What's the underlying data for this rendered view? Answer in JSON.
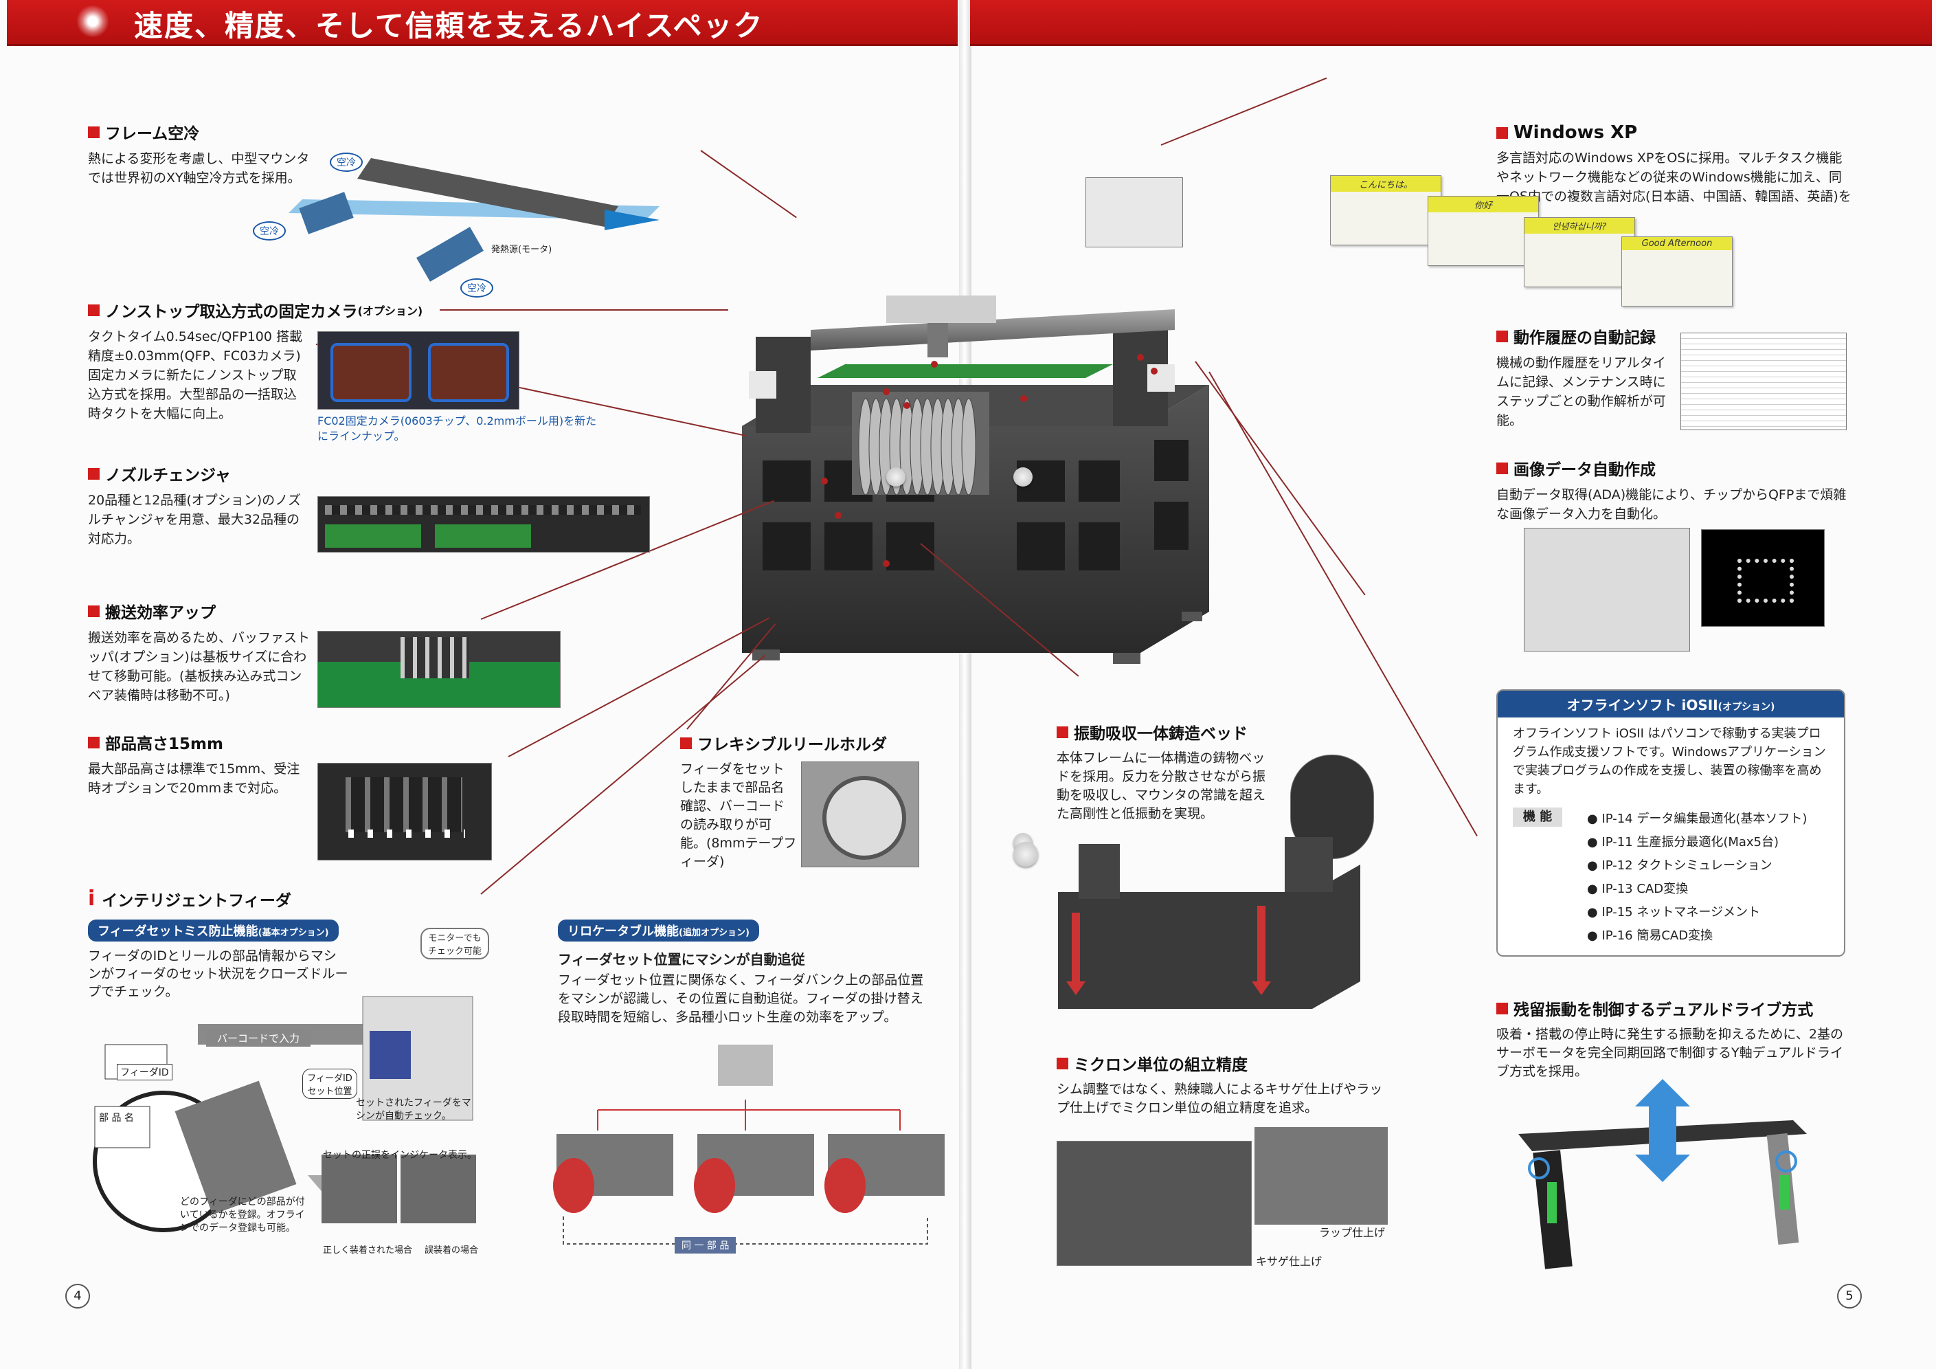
{
  "banner": {
    "title": "速度、精度、そして信頼を支えるハイスペック"
  },
  "left": {
    "frame": {
      "heading": "フレーム空冷",
      "body": "熱による変形を考慮し、中型マウンタでは世界初のXY軸空冷方式を採用。",
      "tag1": "空冷",
      "tag2": "空冷",
      "tag3": "空冷",
      "heat_label": "発熱源(モータ)"
    },
    "camera": {
      "heading": "ノンストップ取込方式の固定カメラ",
      "heading_opt": "(オプション)",
      "body": "タクトタイム0.54sec/QFP100 搭載精度±0.03mm(QFP、FC03カメラ) 固定カメラに新たにノンストップ取込方式を採用。大型部品の一括取込時タクトを大幅に向上。",
      "caption": "FC02固定カメラ(0603チップ、0.2mmボール用)を新たにラインナップ。"
    },
    "nozzle": {
      "heading": "ノズルチェンジャ",
      "body": "20品種と12品種(オプション)のノズルチャンジャを用意、最大32品種の対応力。"
    },
    "transport": {
      "heading": "搬送効率アップ",
      "body": "搬送効率を高めるため、バッファストッパ(オプション)は基板サイズに合わせて移動可能。(基板挟み込み式コンベア装備時は移動不可。)"
    },
    "height": {
      "heading": "部品高さ15mm",
      "body": "最大部品高さは標準で15mm、受注時オプションで20mmまで対応。"
    },
    "reel": {
      "heading": "フレキシブルリールホルダ",
      "body": "フィーダをセットしたままで部品名確認、バーコードの読み取りが可能。(8mmテープフィーダ)"
    },
    "feeder": {
      "heading": "インテリジェントフィーダ",
      "sub1": "フィーダセットミス防止機能",
      "sub1_opt": "(基本オプション)",
      "body1": "フィーダのIDとリールの部品情報からマシンがフィーダのセット状況をクローズドループでチェック。",
      "monitor_tag": "モニターでもチェック可能",
      "barcode_label": "バーコードで入力",
      "feeder_id": "フィーダID",
      "part_name": "部 品 名",
      "set_pos": "フィーダIDセット位置",
      "auto_check": "セットされたフィーダをマシンが自動チェック。",
      "indicator": "セットの正誤をインジケータ表示。",
      "correct": "正しく装着された場合",
      "wrong": "誤装着の場合",
      "offline_reg": "どのフィーダにどの部品が付いているかを登録。オフラインでのデータ登録も可能。",
      "sub2": "リロケータブル機能",
      "sub2_opt": "(追加オプション)",
      "sub2_head": "フィーダセット位置にマシンが自動追従",
      "body2": "フィーダセット位置に関係なく、フィーダバンク上の部品位置をマシンが認識し、その位置に自動追従。フィーダの掛け替え段取時間を短縮し、多品種小ロット生産の効率をアップ。",
      "same_part": "同 一 部 品"
    },
    "page_num": "4"
  },
  "right": {
    "winxp": {
      "heading": "Windows XP",
      "body": "多言語対応のWindows XPをOSに採用。マルチタスク機能やネットワーク機能などの従来のWindows機能に加え、同一OS内での複数言語対応(日本語、中国語、韓国語、英語)を実現。",
      "dlg1": "こんにちは。",
      "dlg2": "你好",
      "dlg3": "안녕하십니까?",
      "dlg4": "Good Afternoon"
    },
    "history": {
      "heading": "動作履歴の自動記録",
      "body": "機械の動作履歴をリアルタイムに記録、メンテナンス時にステップごとの動作解析が可能。"
    },
    "imagedata": {
      "heading": "画像データ自動作成",
      "body": "自動データ取得(ADA)機能により、チップからQFPまで煩雑な画像データ入力を自動化。"
    },
    "offline": {
      "title": "オフラインソフト iOSII",
      "title_opt": "(オプション)",
      "body": "オフラインソフト iOSII はパソコンで稼動する実装プログラム作成支援ソフトです。Windowsアプリケーションで実装プログラムの作成を支援し、装置の稼働率を高めます。",
      "func_label": "機 能",
      "items": [
        "IP-14 データ編集最適化(基本ソフト)",
        "IP-11 生産振分最適化(Max5台)",
        "IP-12 タクトシミュレーション",
        "IP-13 CAD変換",
        "IP-15 ネットマネージメント",
        "IP-16 簡易CAD変換"
      ]
    },
    "bed": {
      "heading": "振動吸収一体鋳造ベッド",
      "body": "本体フレームに一体構造の鋳物ベッドを採用。反力を分散させながら振動を吸収し、マウンタの常識を超えた高剛性と低振動を実現。"
    },
    "micron": {
      "heading": "ミクロン単位の組立精度",
      "body": "シム調整ではなく、熟練職人によるキサゲ仕上げやラップ仕上げでミクロン単位の組立精度を追求。",
      "cap1": "ラップ仕上げ",
      "cap2": "キサゲ仕上げ"
    },
    "dual": {
      "heading": "残留振動を制御するデュアルドライブ方式",
      "body": "吸着・搭載の停止時に発生する振動を抑えるために、2基のサーボモータを完全同期回路で制御するY軸デュアルドライブ方式を採用。"
    },
    "page_num": "5"
  },
  "colors": {
    "accent": "#d31c1c",
    "blue": "#1f4f8f",
    "machine": "#3a3a3a"
  }
}
